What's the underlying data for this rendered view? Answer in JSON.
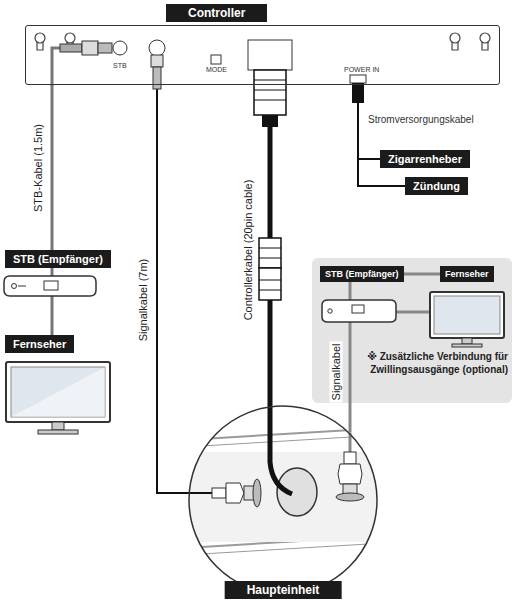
{
  "diagram": {
    "nodes": [
      {
        "text": [
          "Controller"
        ]
      },
      {
        "text": [
          "Zigarrenheber"
        ]
      },
      {
        "text": [
          "Zündung"
        ]
      },
      {
        "text": [
          "STB (Empfänger)"
        ]
      },
      {
        "text": [
          "※ Zusätzliche Verbindung für Zwillingsausgänge (optional)"
        ]
      },
      {
        "text": [
          "STB (Empfänger)"
        ],
        "in": 4
      },
      {
        "text": [
          "Fernseher"
        ],
        "in": 4
      },
      {
        "text": [
          "Fernseher"
        ]
      },
      {
        "text": [
          "Haupteinheit"
        ]
      }
    ],
    "edges": [
      {
        "from": 0,
        "to": 3,
        "label": "STB-Kabel (1.5m)",
        "arrow": "none"
      },
      {
        "from": 3,
        "to": 7,
        "arrow": "none"
      },
      {
        "from": 0,
        "to": 8,
        "label": "Signalkabel (7m)",
        "arrow": "none"
      },
      {
        "from": 0,
        "to": 8,
        "label": "Controllerkabel (20pin cable)",
        "arrow": "none"
      },
      {
        "from": 0,
        "to": 1,
        "arrow": "none"
      },
      {
        "from": 0,
        "to": 2,
        "arrow": "none"
      },
      {
        "from": 5,
        "to": 6,
        "arrow": "none"
      },
      {
        "from": 5,
        "to": 8,
        "label": "Signalkabel",
        "arrow": "none"
      }
    ],
    "labels": [
      "STB",
      "MODE",
      "POWER IN",
      "Stromversorgungskabel"
    ]
  }
}
